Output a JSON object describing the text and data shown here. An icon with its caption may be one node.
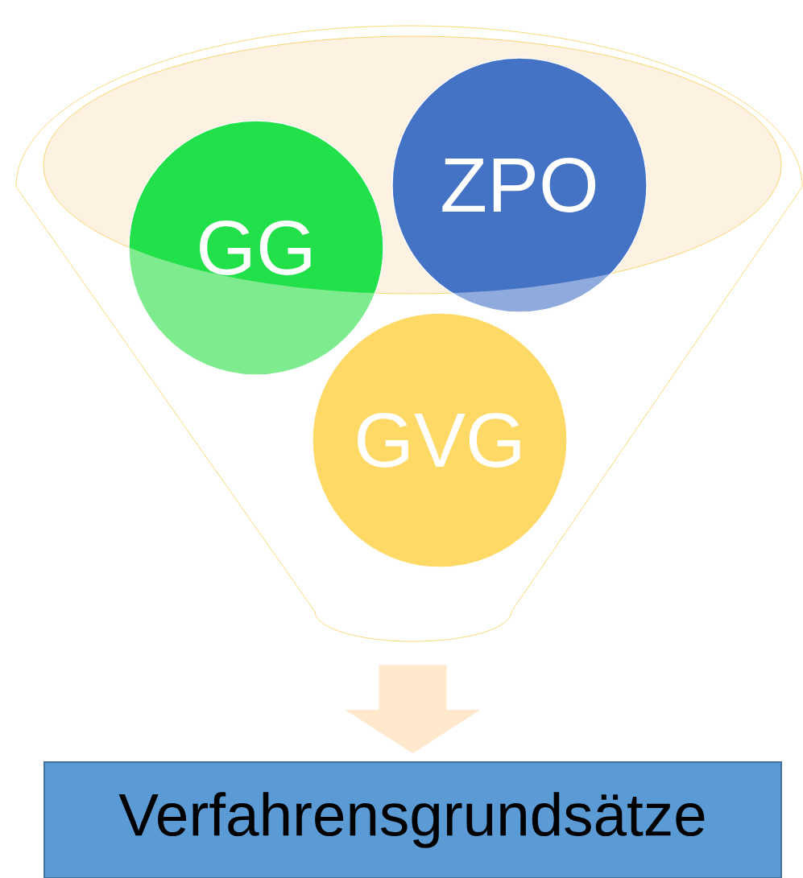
{
  "diagram": {
    "nodes": [
      {
        "text": [],
        "shape": "funnel"
      },
      {
        "text": [
          "GG"
        ],
        "in": 0
      },
      {
        "text": [
          "ZPO"
        ],
        "in": 0
      },
      {
        "text": [
          "GVG"
        ],
        "in": 0
      },
      {
        "text": [
          "Verfahrensgrundsätze"
        ]
      }
    ],
    "edges": [
      {
        "from": 0,
        "to": 4,
        "arrow": "to",
        "style": "thick"
      }
    ]
  }
}
